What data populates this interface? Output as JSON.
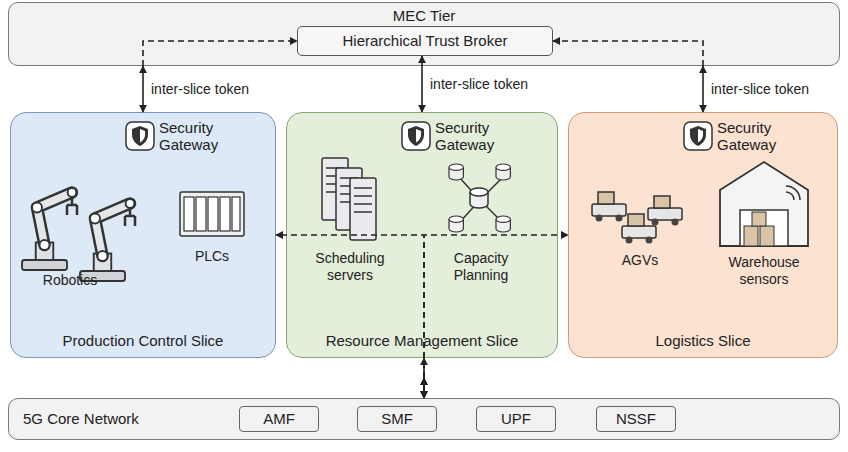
{
  "diagram": {
    "nodes": [
      {
        "text": [
          "MEC Tier"
        ]
      },
      {
        "text": [
          "Hierarchical Trust Broker"
        ],
        "in": 0
      },
      {
        "text": [
          "Production Control Slice"
        ]
      },
      {
        "text": [
          "Security Gateway"
        ],
        "in": 2
      },
      {
        "text": [
          "Resource Management Slice"
        ]
      },
      {
        "text": [
          "Security Gateway"
        ],
        "in": 4
      },
      {
        "text": [
          "Logistics Slice"
        ]
      },
      {
        "text": [
          "Security Gateway"
        ],
        "in": 6
      },
      {
        "text": [
          "5G Core Network"
        ]
      },
      {
        "text": [
          "AMF"
        ],
        "in": 8
      },
      {
        "text": [
          "SMF"
        ],
        "in": 8
      },
      {
        "text": [
          "UPF"
        ],
        "in": 8
      },
      {
        "text": [
          "NSSF"
        ],
        "in": 8
      }
    ],
    "edges": [
      {
        "from": 1,
        "to": 2,
        "label": "inter-slice token",
        "arrow": "both"
      },
      {
        "from": 1,
        "to": 4,
        "label": "inter-slice token",
        "arrow": "both"
      },
      {
        "from": 1,
        "to": 6,
        "label": "inter-slice token",
        "arrow": "both"
      },
      {
        "from": 2,
        "to": 8,
        "arrow": "both"
      },
      {
        "from": 4,
        "to": 8,
        "arrow": "both"
      },
      {
        "from": 6,
        "to": 8,
        "arrow": "both"
      }
    ],
    "labels": [
      "Robotics",
      "PLCs",
      "Scheduling servers",
      "Capacity Planning",
      "AGVs",
      "Warehouse sensors"
    ]
  }
}
